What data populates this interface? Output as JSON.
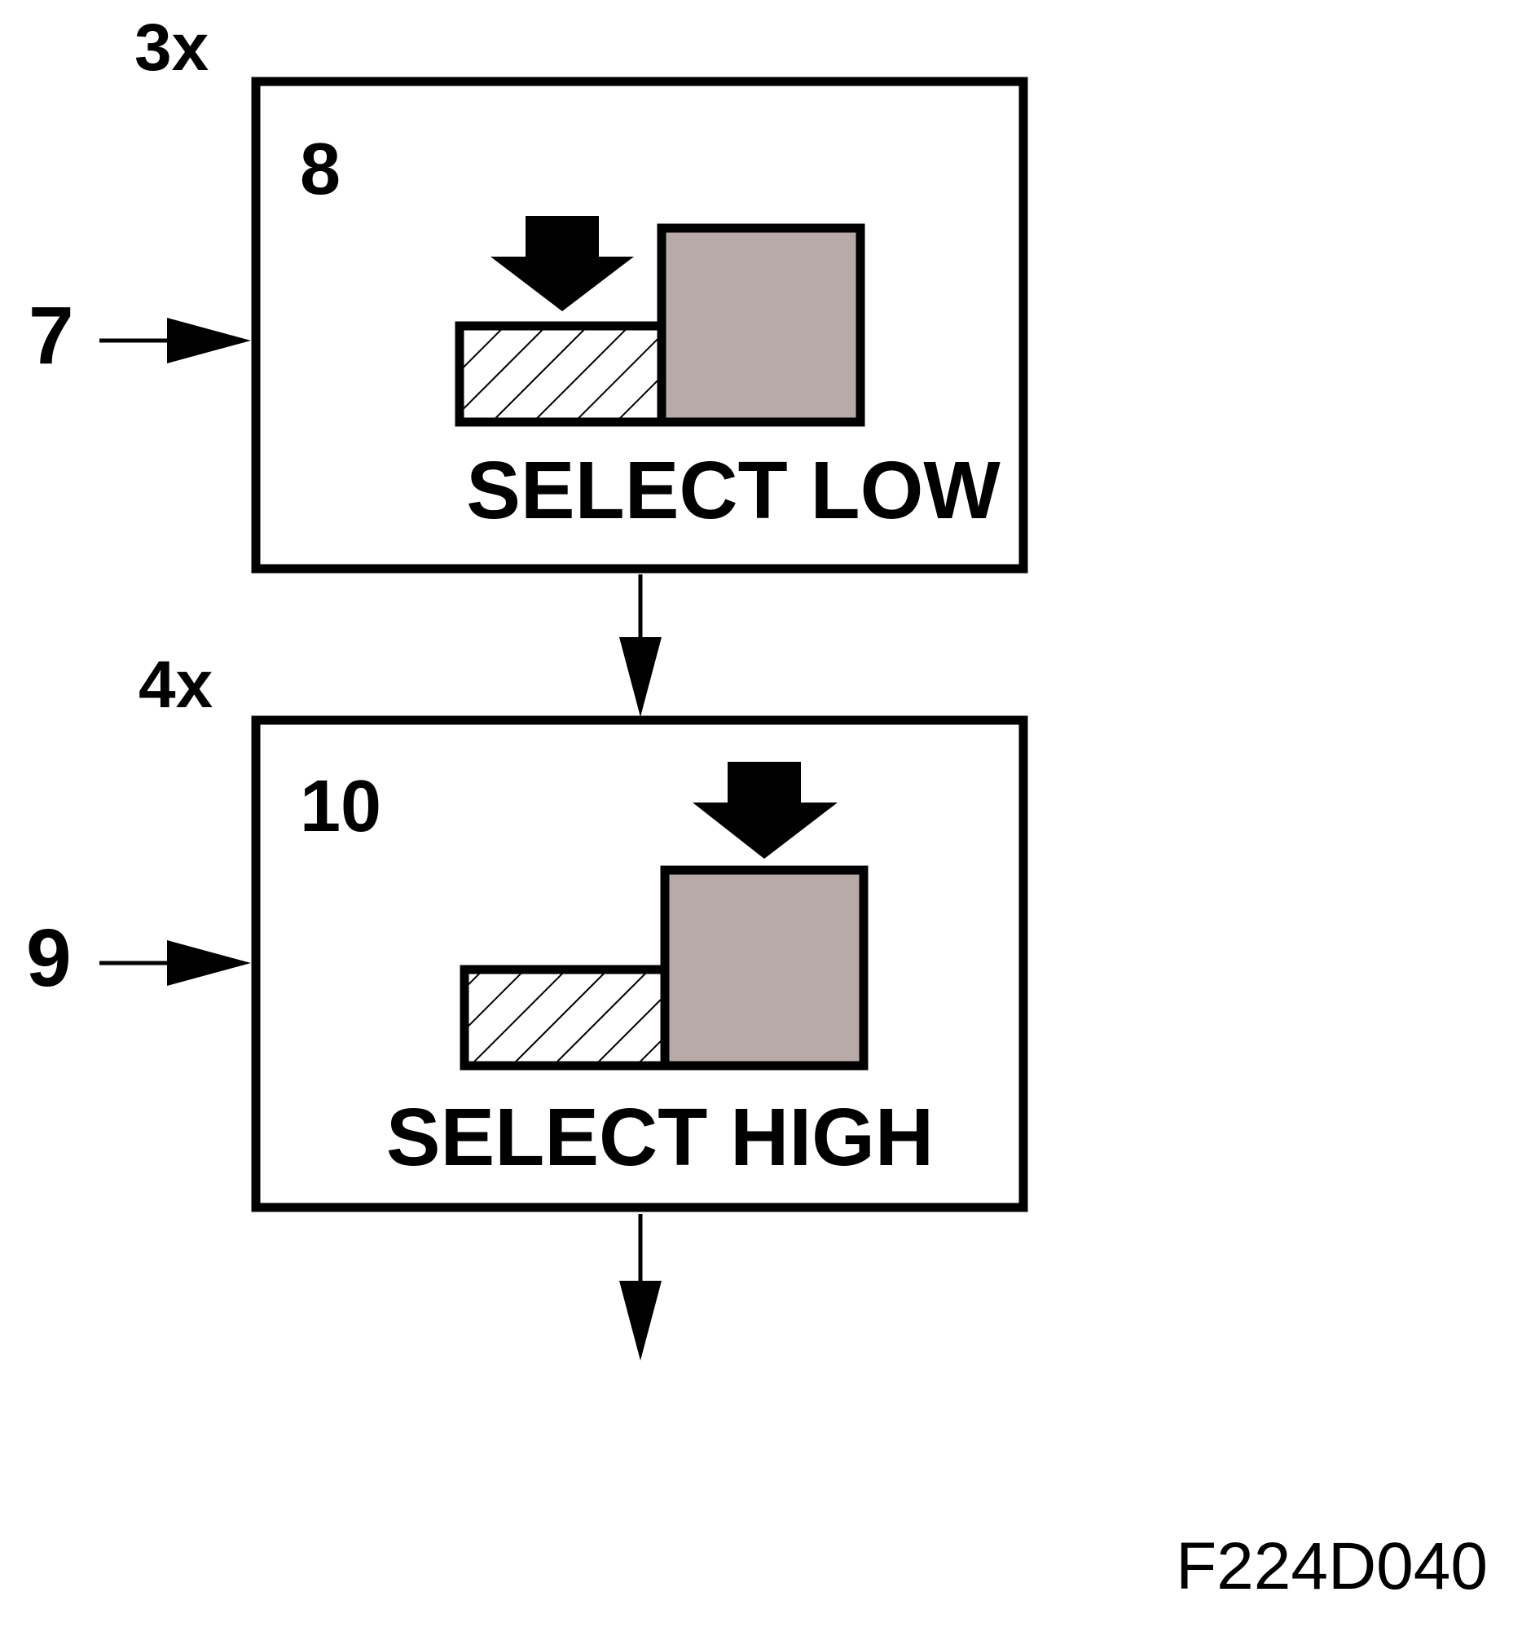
{
  "diagram": {
    "steps": [
      {
        "repeat": "3x",
        "input_callout": "7",
        "box_callout": "8",
        "caption": "SELECT LOW",
        "pressed": "low"
      },
      {
        "repeat": "4x",
        "input_callout": "9",
        "box_callout": "10",
        "caption": "SELECT HIGH",
        "pressed": "high"
      }
    ],
    "figure_code": "F224D040"
  },
  "colors": {
    "ink": "#000000",
    "high_block": "#b7aaa7",
    "background": "#ffffff"
  },
  "icons": {
    "press": "down-arrow-icon",
    "flow": "arrow-icon"
  }
}
